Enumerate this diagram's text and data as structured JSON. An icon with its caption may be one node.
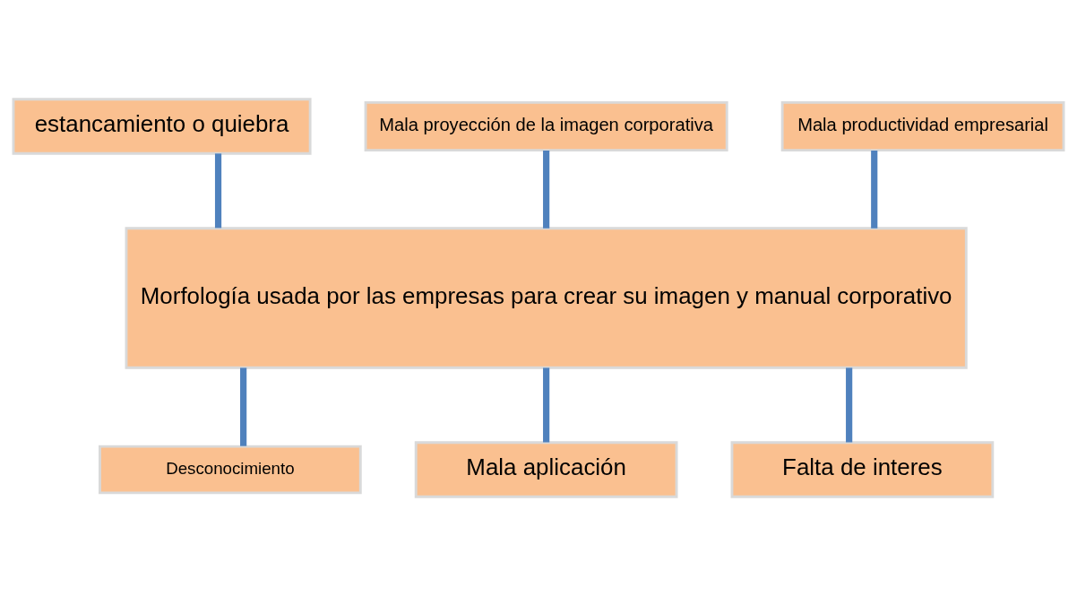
{
  "diagram": {
    "nodes": [
      {
        "text": [
          "estancamiento o quiebra"
        ]
      },
      {
        "text": [
          "Mala proyección de la imagen corporativa"
        ]
      },
      {
        "text": [
          "Mala productividad empresarial"
        ]
      },
      {
        "text": [
          "Morfología usada por las empresas para crear su imagen y manual corporativo"
        ]
      },
      {
        "text": [
          "Desconocimiento"
        ]
      },
      {
        "text": [
          "Mala aplicación"
        ]
      },
      {
        "text": [
          "Falta de interes"
        ]
      }
    ],
    "edges": [
      {
        "from": 0,
        "to": 3,
        "arrow": "none"
      },
      {
        "from": 1,
        "to": 3,
        "arrow": "none"
      },
      {
        "from": 2,
        "to": 3,
        "arrow": "none"
      },
      {
        "from": 3,
        "to": 4,
        "arrow": "none"
      },
      {
        "from": 3,
        "to": 5,
        "arrow": "none"
      },
      {
        "from": 3,
        "to": 6,
        "arrow": "none"
      }
    ]
  }
}
